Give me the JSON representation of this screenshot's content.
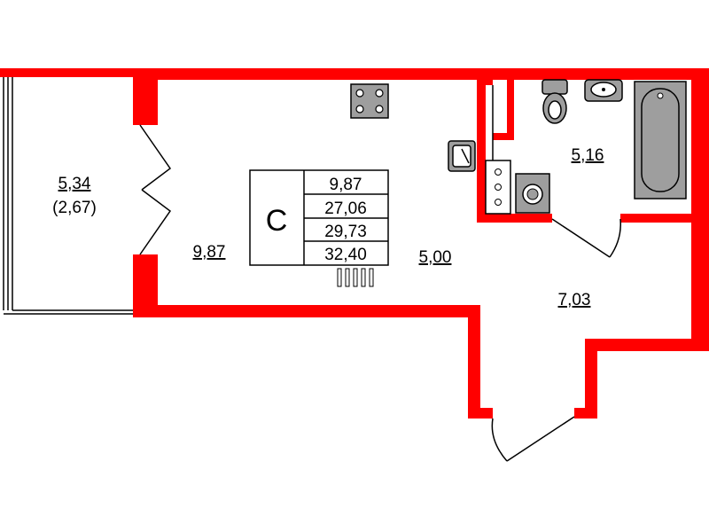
{
  "rooms": {
    "balcony_area": "5,34",
    "balcony_area_reduced": "(2,67)",
    "living_area": "9,87",
    "hall_area": "5,00",
    "bathroom_area": "5,16",
    "kitchen_area": "7,03"
  },
  "summary": {
    "type_letter": "C",
    "living": "9,87",
    "total": "27,06",
    "total_with_balcony_reduced": "29,73",
    "total_with_balcony": "32,40"
  },
  "colors": {
    "wall": "#ff0000",
    "fixture": "#9e9e9e",
    "line": "#000000"
  }
}
